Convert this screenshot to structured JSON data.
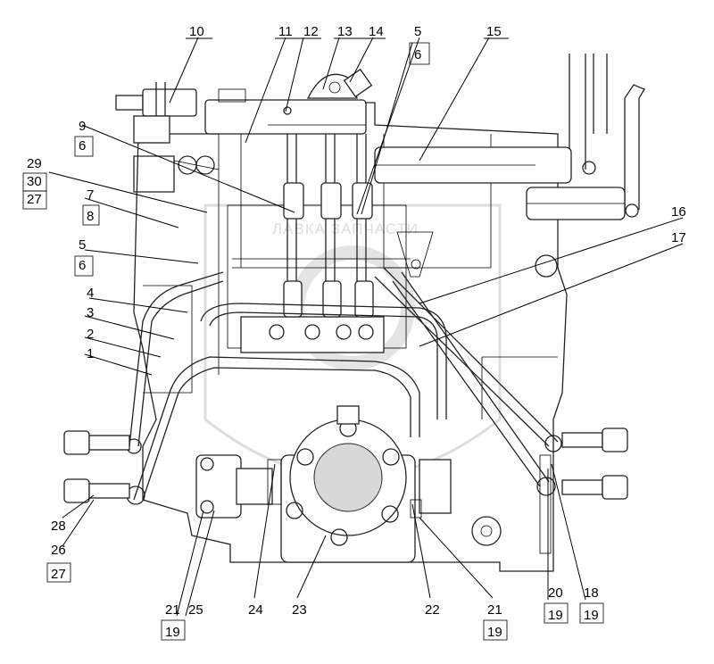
{
  "diagram": {
    "watermark": "ЛАВКА ЗАПЧАСТИ",
    "callouts": [
      {
        "id": "c10",
        "text": "10"
      },
      {
        "id": "c11",
        "text": "11"
      },
      {
        "id": "c12",
        "text": "12"
      },
      {
        "id": "c13",
        "text": "13"
      },
      {
        "id": "c14",
        "text": "14"
      },
      {
        "id": "c5a",
        "text": "5"
      },
      {
        "id": "c6a",
        "text": "6"
      },
      {
        "id": "c15",
        "text": "15"
      },
      {
        "id": "c9",
        "text": "9"
      },
      {
        "id": "c6b",
        "text": "6"
      },
      {
        "id": "c29",
        "text": "29"
      },
      {
        "id": "c30",
        "text": "30"
      },
      {
        "id": "c27a",
        "text": "27"
      },
      {
        "id": "c7",
        "text": "7"
      },
      {
        "id": "c8",
        "text": "8"
      },
      {
        "id": "c5b",
        "text": "5"
      },
      {
        "id": "c6c",
        "text": "6"
      },
      {
        "id": "c4",
        "text": "4"
      },
      {
        "id": "c3",
        "text": "3"
      },
      {
        "id": "c2",
        "text": "2"
      },
      {
        "id": "c1",
        "text": "1"
      },
      {
        "id": "c16",
        "text": "16"
      },
      {
        "id": "c17",
        "text": "17"
      },
      {
        "id": "c28",
        "text": "28"
      },
      {
        "id": "c26",
        "text": "26"
      },
      {
        "id": "c27b",
        "text": "27"
      },
      {
        "id": "c21a",
        "text": "21"
      },
      {
        "id": "c25",
        "text": "25"
      },
      {
        "id": "c19a",
        "text": "19"
      },
      {
        "id": "c24",
        "text": "24"
      },
      {
        "id": "c23",
        "text": "23"
      },
      {
        "id": "c22",
        "text": "22"
      },
      {
        "id": "c21b",
        "text": "21"
      },
      {
        "id": "c19b",
        "text": "19"
      },
      {
        "id": "c20",
        "text": "20"
      },
      {
        "id": "c18",
        "text": "18"
      },
      {
        "id": "c19c",
        "text": "19"
      },
      {
        "id": "c19d",
        "text": "19"
      }
    ]
  }
}
